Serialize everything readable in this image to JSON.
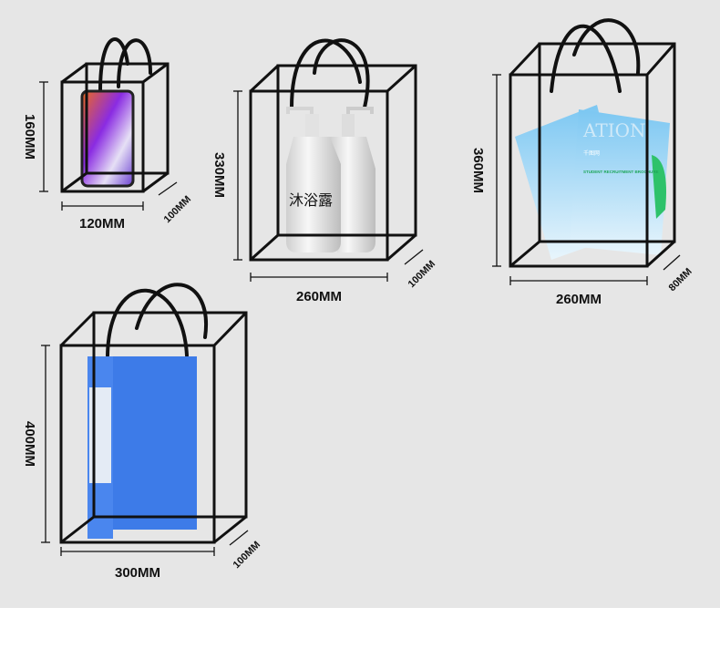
{
  "bags": [
    {
      "height": "160MM",
      "width": "120MM",
      "depth": "100MM",
      "content": "phone"
    },
    {
      "height": "330MM",
      "width": "260MM",
      "depth": "100MM",
      "content": "bottles",
      "bottle_label": "沐浴露"
    },
    {
      "height": "360MM",
      "width": "260MM",
      "depth": "80MM",
      "content": "brochures",
      "brochure": {
        "title": "ATION",
        "headline": "STUDENT RECRUITMENT BROCHURE",
        "brand": "千图网"
      }
    },
    {
      "height": "400MM",
      "width": "300MM",
      "depth": "100MM",
      "content": "folder"
    }
  ],
  "colors": {
    "background": "#e6e6e6",
    "line": "#111111",
    "folder": "#3d7be8",
    "brochure": "#8fd0f5"
  }
}
